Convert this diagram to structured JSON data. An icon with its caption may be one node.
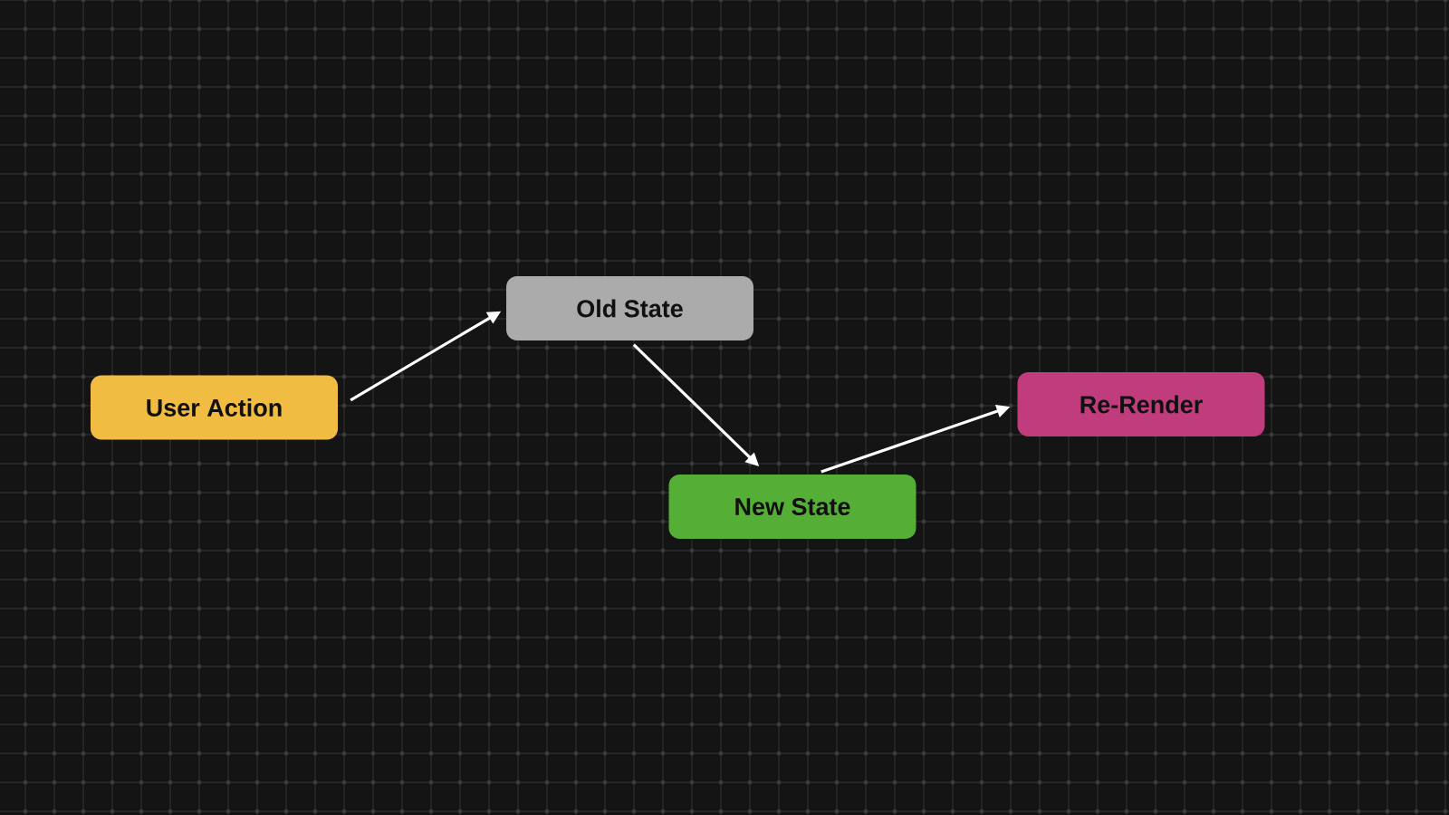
{
  "diagram": {
    "nodes": [
      {
        "text": [
          "User Action"
        ]
      },
      {
        "text": [
          "Old State"
        ]
      },
      {
        "text": [
          "New State"
        ]
      },
      {
        "text": [
          "Re-Render"
        ]
      }
    ],
    "edges": [
      {
        "from": 0,
        "to": 1,
        "arrow": "to"
      },
      {
        "from": 1,
        "to": 2,
        "arrow": "to"
      },
      {
        "from": 2,
        "to": 3,
        "arrow": "to"
      }
    ]
  }
}
